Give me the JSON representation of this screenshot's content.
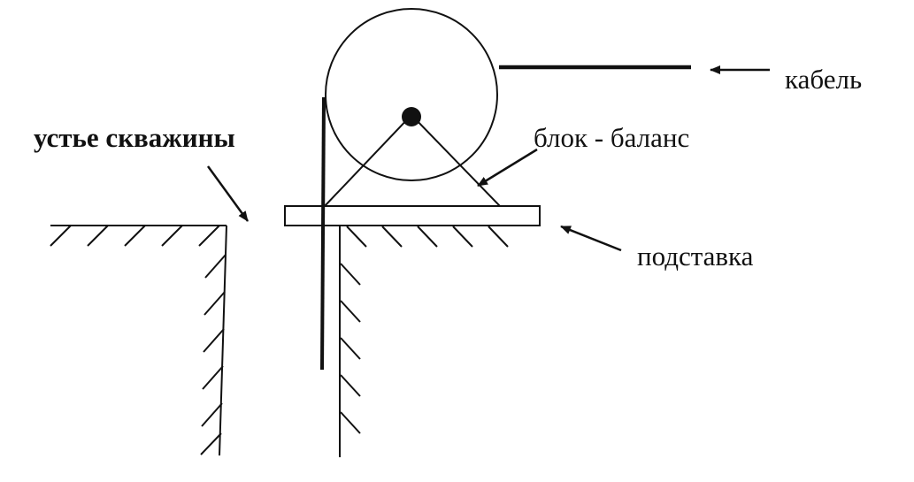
{
  "labels": {
    "wellhead": "устье скважины",
    "block_balance": "блок - баланс",
    "cable": "кабель",
    "stand": "подставка"
  },
  "colors": {
    "ink": "#111111",
    "background": "#ffffff"
  }
}
